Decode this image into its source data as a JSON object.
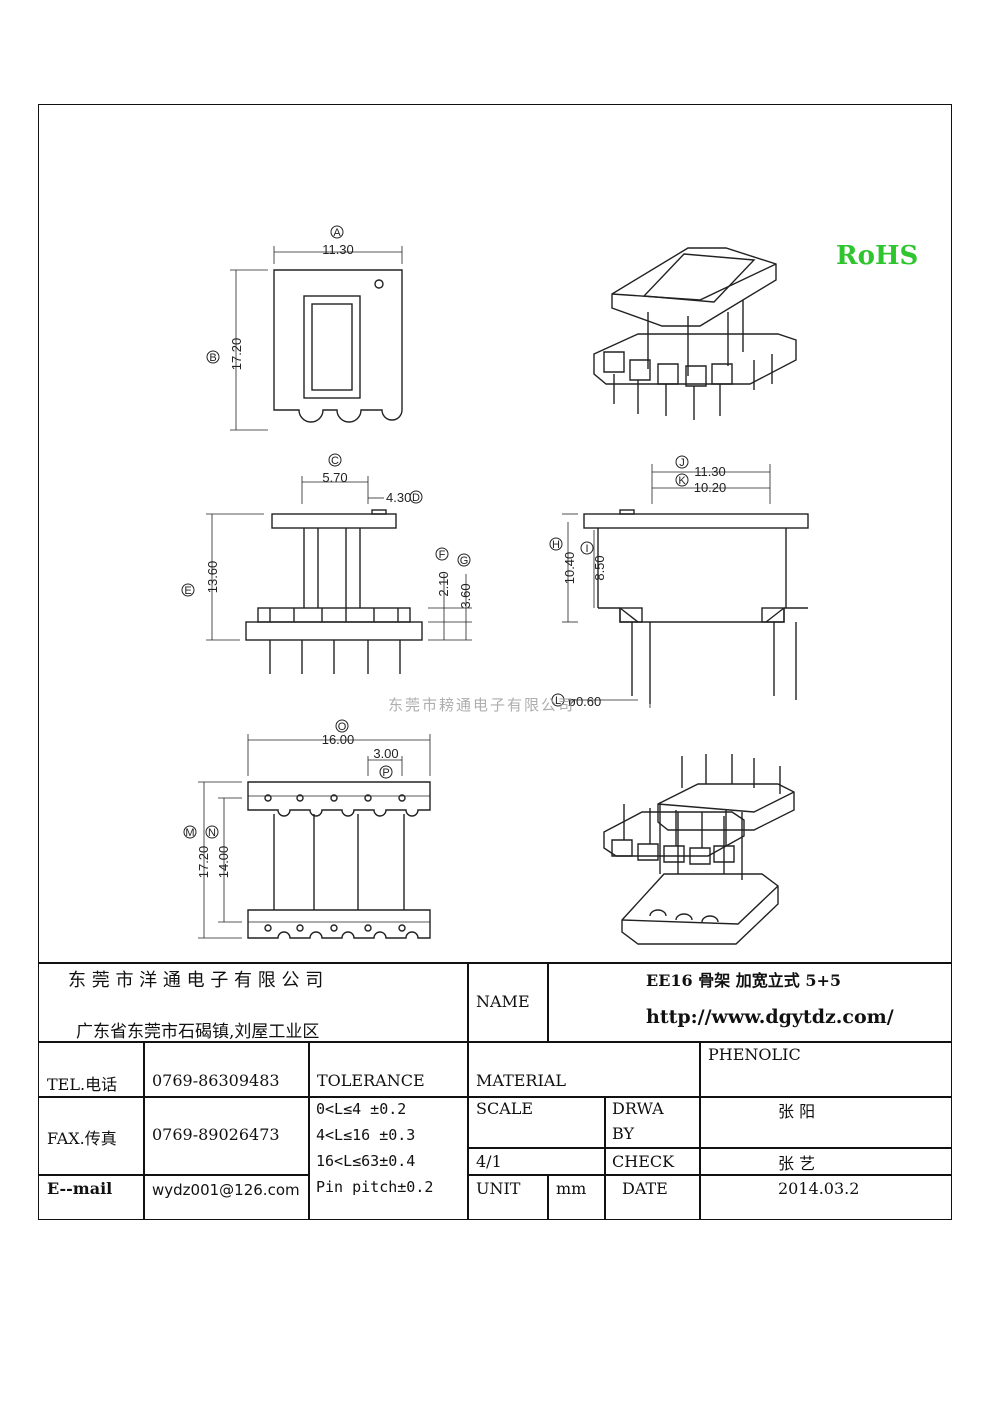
{
  "rohs": "RoHS",
  "watermark": "东莞市耪通电子有限公司",
  "dims": {
    "a": "11.30",
    "b": "17.20",
    "c": "5.70",
    "d": "4.30",
    "e": "13.60",
    "f": "2.10",
    "g": "3.60",
    "h": "10.40",
    "i": "8.50",
    "j": "11.30",
    "k": "10.20",
    "l": "ø0.60",
    "m": "17.20",
    "n": "14.00",
    "o": "16.00",
    "p": "3.00"
  },
  "letters": [
    "A",
    "B",
    "C",
    "D",
    "E",
    "F",
    "G",
    "H",
    "I",
    "J",
    "K",
    "L",
    "M",
    "N",
    "O",
    "P"
  ],
  "title_block": {
    "company": "东 莞 市 洋 通 电 子 有 限 公 司",
    "address": "广东省东莞市石碣镇,刘屋工业区",
    "name_label": "NAME",
    "product": "EE16 骨架  加宽立式 5+5",
    "website": "http://www.dgytdz.com/",
    "tel_label": "TEL.电话",
    "tel": "0769-86309483",
    "fax_label": "FAX.传真",
    "fax": "0769-89026473",
    "email_label": "E--mail",
    "email": "wydz001@126.com",
    "tolerance_label": "TOLERANCE",
    "tolerances": [
      "0<L≤4   ±0.2",
      "4<L≤16  ±0.3",
      "16<L≤63±0.4",
      "Pin pitch±0.2"
    ],
    "material_label": "MATERIAL",
    "material": "PHENOLIC",
    "scale_label": "SCALE",
    "scale": "4/1",
    "drawn_label_1": "DRWA",
    "drawn_label_2": "BY",
    "drawn_by": "张 阳",
    "check_label": "CHECK",
    "checked_by": "张 艺",
    "unit_label": "UNIT",
    "unit": "mm",
    "date_label": "DATE",
    "date": "2014.03.2"
  },
  "colors": {
    "rohs": "#2fc52f",
    "line": "#111111",
    "watermark": "#9a9a9a"
  }
}
